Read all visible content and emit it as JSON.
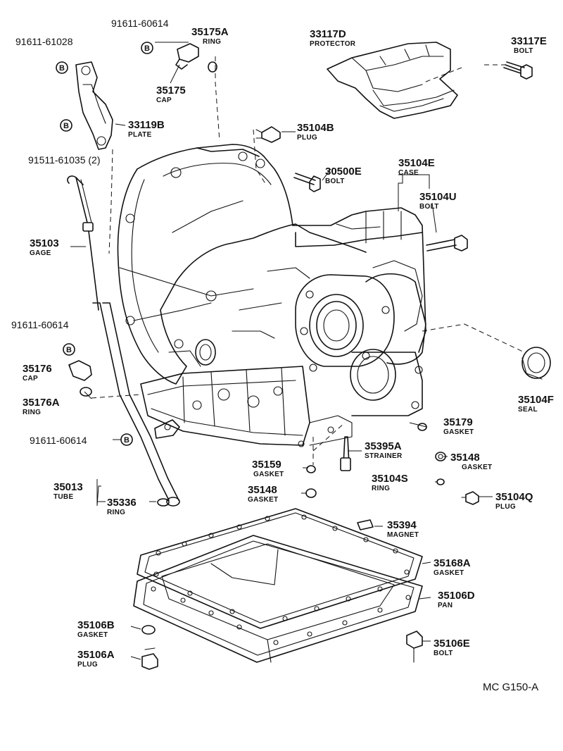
{
  "parts": [
    {
      "id": "p_91611_61028",
      "number": "91611-61028",
      "name": ""
    },
    {
      "id": "p_91611_60614a",
      "number": "91611-60614",
      "name": ""
    },
    {
      "id": "p_35175A",
      "number": "35175A",
      "name": "RING"
    },
    {
      "id": "p_35175",
      "number": "35175",
      "name": "CAP"
    },
    {
      "id": "p_33119B",
      "number": "33119B",
      "name": "PLATE"
    },
    {
      "id": "p_91511_61035",
      "number": "91511-61035 (2)",
      "name": ""
    },
    {
      "id": "p_33117D",
      "number": "33117D",
      "name": "PROTECTOR"
    },
    {
      "id": "p_33117E",
      "number": "33117E",
      "name": "BOLT"
    },
    {
      "id": "p_35104B",
      "number": "35104B",
      "name": "PLUG"
    },
    {
      "id": "p_30500E",
      "number": "30500E",
      "name": "BOLT"
    },
    {
      "id": "p_35104E",
      "number": "35104E",
      "name": "CASE"
    },
    {
      "id": "p_35104U",
      "number": "35104U",
      "name": "BOLT"
    },
    {
      "id": "p_35103",
      "number": "35103",
      "name": "GAGE"
    },
    {
      "id": "p_91611_60614b",
      "number": "91611-60614",
      "name": ""
    },
    {
      "id": "p_35176",
      "number": "35176",
      "name": "CAP"
    },
    {
      "id": "p_35176A",
      "number": "35176A",
      "name": "RING"
    },
    {
      "id": "p_35104F",
      "number": "35104F",
      "name": "SEAL"
    },
    {
      "id": "p_35179",
      "number": "35179",
      "name": "GASKET"
    },
    {
      "id": "p_91611_60614c",
      "number": "91611-60614",
      "name": ""
    },
    {
      "id": "p_35395A",
      "number": "35395A",
      "name": "STRAINER"
    },
    {
      "id": "p_35148a",
      "number": "35148",
      "name": "GASKET"
    },
    {
      "id": "p_35159",
      "number": "35159",
      "name": "GASKET"
    },
    {
      "id": "p_35104S",
      "number": "35104S",
      "name": "RING"
    },
    {
      "id": "p_35013",
      "number": "35013",
      "name": "TUBE"
    },
    {
      "id": "p_35336",
      "number": "35336",
      "name": "RING"
    },
    {
      "id": "p_35148b",
      "number": "35148",
      "name": "GASKET"
    },
    {
      "id": "p_35104Q",
      "number": "35104Q",
      "name": "PLUG"
    },
    {
      "id": "p_35394",
      "number": "35394",
      "name": "MAGNET"
    },
    {
      "id": "p_35168A",
      "number": "35168A",
      "name": "GASKET"
    },
    {
      "id": "p_35106D",
      "number": "35106D",
      "name": "PAN"
    },
    {
      "id": "p_35106B",
      "number": "35106B",
      "name": "GASKET"
    },
    {
      "id": "p_35106E",
      "number": "35106E",
      "name": "BOLT"
    },
    {
      "id": "p_35106A",
      "number": "35106A",
      "name": "PLUG"
    }
  ],
  "badge_letter": "B",
  "footer_code": "MC G150-A"
}
